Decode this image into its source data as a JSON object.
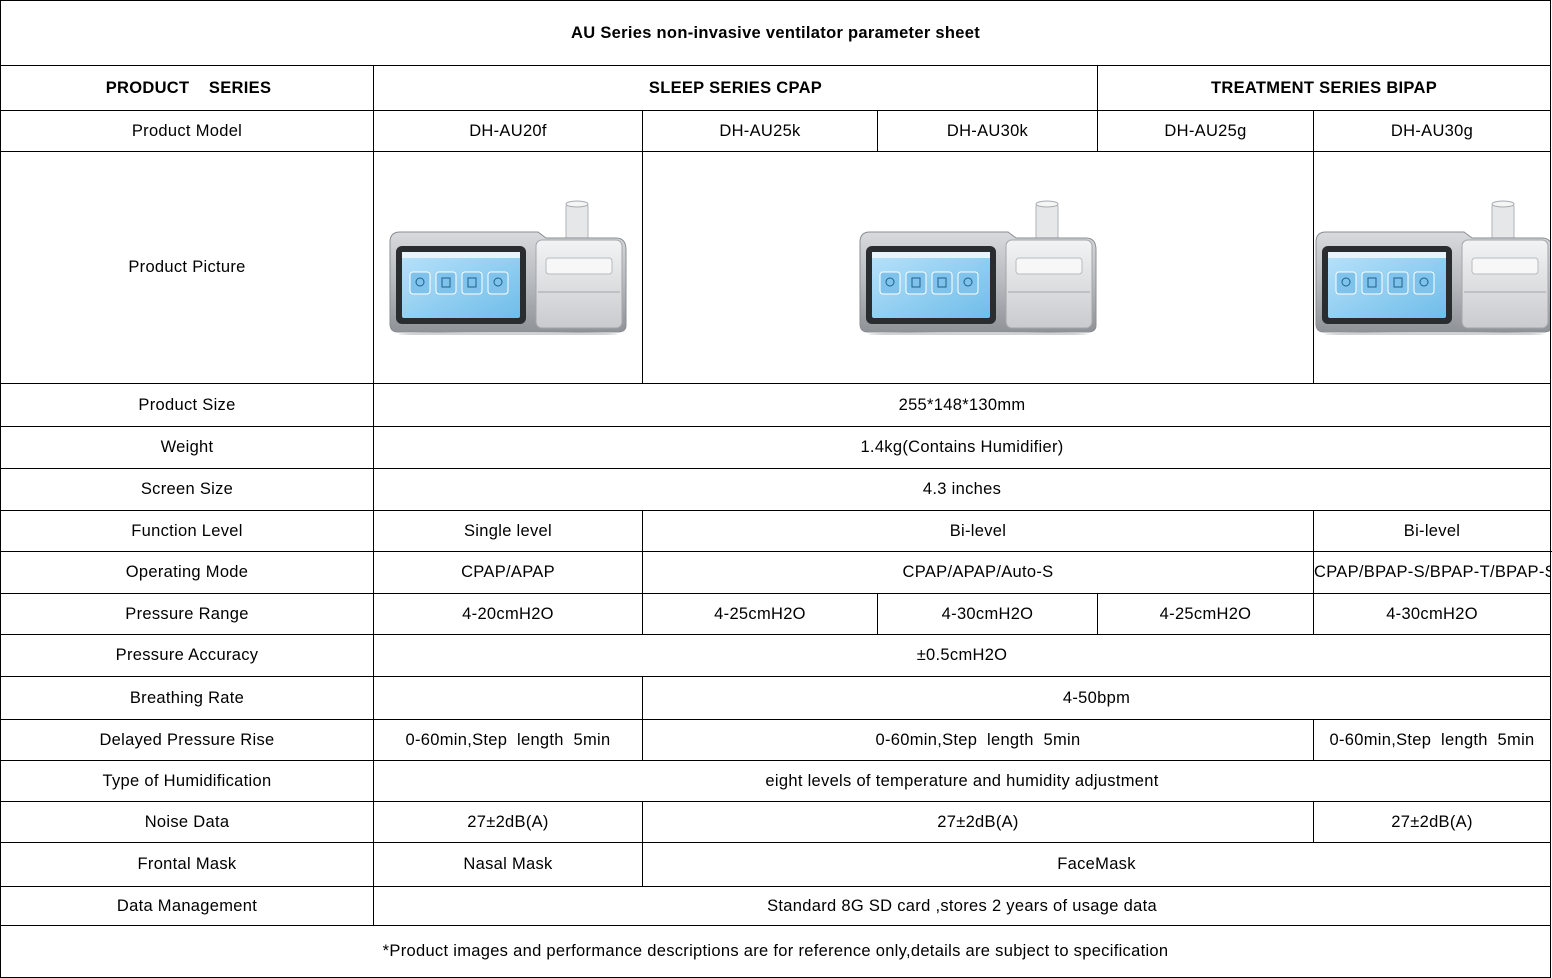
{
  "title": "AU Series non-invasive ventilator parameter sheet",
  "header": {
    "label": "PRODUCT    SERIES",
    "sleep_series": "SLEEP SERIES  CPAP",
    "treatment_series": "TREATMENT  SERIES  BIPAP"
  },
  "rows": {
    "product_model": {
      "label": "Product Model",
      "au20f": "DH-AU20f",
      "au25k": "DH-AU25k",
      "au30k": "DH-AU30k",
      "au25g": "DH-AU25g",
      "au30g": "DH-AU30g"
    },
    "product_picture": {
      "label": "Product Picture"
    },
    "product_size": {
      "label": "Product Size",
      "value": "255*148*130mm"
    },
    "weight": {
      "label": "Weight",
      "value": "1.4kg(Contains Humidifier)"
    },
    "screen_size": {
      "label": "Screen Size",
      "value": "4.3 inches"
    },
    "function_level": {
      "label": "Function Level",
      "au20f": "Single level",
      "sleep": "Bi-level",
      "treatment": "Bi-level"
    },
    "operating_mode": {
      "label": "Operating Mode",
      "au20f": "CPAP/APAP",
      "sleep": "CPAP/APAP/Auto-S",
      "treatment": "CPAP/BPAP-S/BPAP-T/BPAP-ST"
    },
    "pressure_range": {
      "label": "Pressure Range",
      "au20f": "4-20cmH2O",
      "au25k": "4-25cmH2O",
      "au30k": "4-30cmH2O",
      "au25g": "4-25cmH2O",
      "au30g": "4-30cmH2O"
    },
    "pressure_accuracy": {
      "label": "Pressure Accuracy",
      "value": "±0.5cmH2O"
    },
    "breathing_rate": {
      "label": "Breathing Rate",
      "au20f": "",
      "value": "4-50bpm"
    },
    "delayed_pressure_rise": {
      "label": "Delayed Pressure Rise",
      "au20f": "0-60min,Step  length  5min",
      "sleep": "0-60min,Step  length  5min",
      "treatment": "0-60min,Step  length  5min"
    },
    "humidification": {
      "label": "Type of Humidification",
      "value": "eight levels of temperature and humidity adjustment"
    },
    "noise_data": {
      "label": "Noise Data",
      "au20f": "27±2dB(A)",
      "sleep": "27±2dB(A)",
      "treatment": "27±2dB(A)"
    },
    "frontal_mask": {
      "label": "Frontal Mask",
      "au20f": "Nasal Mask",
      "value": "FaceMask"
    },
    "data_management": {
      "label": "Data Management",
      "value": "Standard 8G SD card ,stores 2 years of usage data"
    }
  },
  "footnote": "*Product images and performance descriptions are for reference only,details are subject to specification",
  "colors": {
    "device_body": "#b9bcc0",
    "screen": "#8ecdf2",
    "bezel": "#2a2d30"
  }
}
